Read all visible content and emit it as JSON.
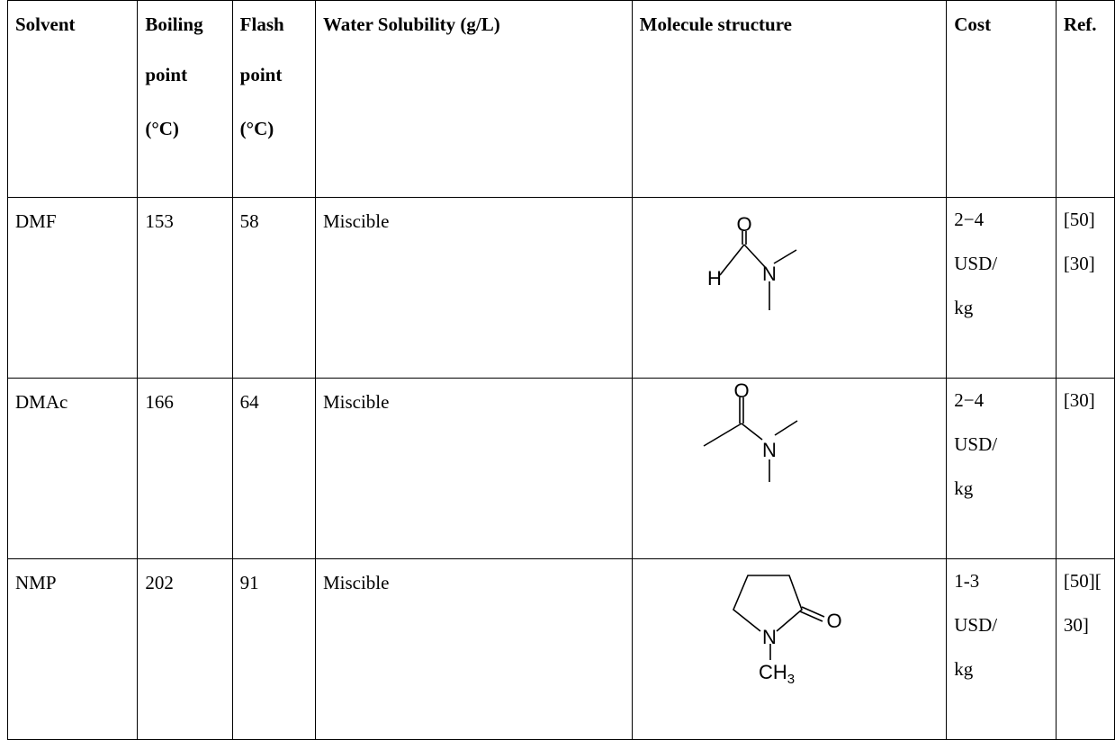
{
  "table": {
    "headers": {
      "solvent": "Solvent",
      "boiling": [
        "Boiling",
        "point",
        "(°C)"
      ],
      "flash": [
        "Flash",
        "point",
        "(°C)"
      ],
      "solubility": "Water Solubility (g/L)",
      "structure": "Molecule structure",
      "cost": "Cost",
      "ref": "Ref."
    },
    "rows": [
      {
        "solvent": "DMF",
        "boiling": "153",
        "flash": "58",
        "solubility": "Miscible",
        "structure": {
          "atoms": [
            "O",
            "H",
            "N"
          ]
        },
        "cost": [
          "2−4",
          "USD/",
          "kg"
        ],
        "ref": [
          "[50]",
          "[30]"
        ]
      },
      {
        "solvent": "DMAc",
        "boiling": "166",
        "flash": "64",
        "solubility": "Miscible",
        "structure": {
          "atoms": [
            "O",
            "N"
          ]
        },
        "cost": [
          "2−4",
          "USD/",
          "kg"
        ],
        "ref": [
          "[30]"
        ]
      },
      {
        "solvent": "NMP",
        "boiling": "202",
        "flash": "91",
        "solubility": "Miscible",
        "structure": {
          "atoms": [
            "O",
            "N",
            "CH",
            "3"
          ]
        },
        "cost": [
          "1-3",
          "USD/",
          "kg"
        ],
        "ref": [
          "[50][",
          "30]"
        ]
      }
    ]
  }
}
